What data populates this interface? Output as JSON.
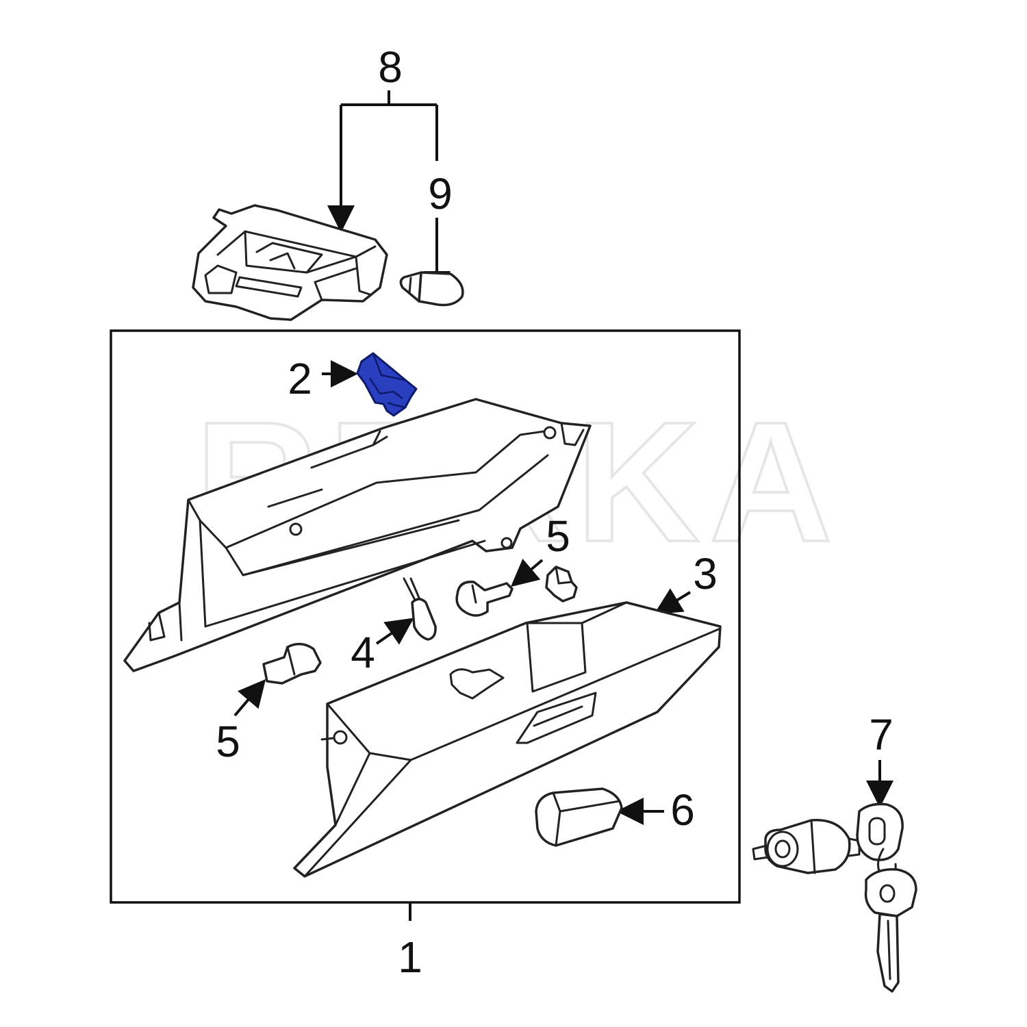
{
  "diagram": {
    "watermark": "REXKA",
    "highlight_color": "#2a3fbf",
    "callouts": {
      "c1": "1",
      "c2": "2",
      "c3": "3",
      "c4": "4",
      "c5a": "5",
      "c5b": "5",
      "c6": "6",
      "c7": "7",
      "c8": "8",
      "c9": "9"
    }
  }
}
